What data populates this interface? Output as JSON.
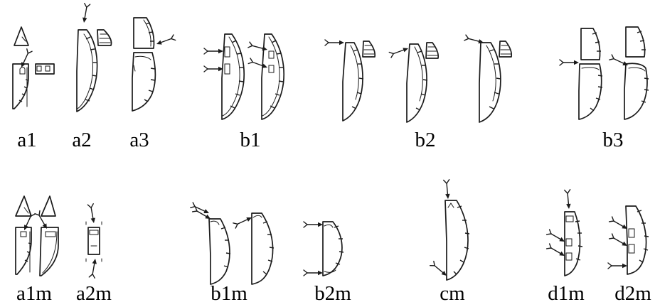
{
  "figure": {
    "rows": [
      {
        "panels": [
          {
            "id": "a1",
            "label": "a1"
          },
          {
            "id": "a2",
            "label": "a2"
          },
          {
            "id": "a3",
            "label": "a3"
          },
          {
            "id": "b1",
            "label": "b1"
          },
          {
            "id": "b2",
            "label": "b2"
          },
          {
            "id": "b3",
            "label": "b3"
          }
        ]
      },
      {
        "panels": [
          {
            "id": "a1m",
            "label": "a1m"
          },
          {
            "id": "a2m",
            "label": "a2m"
          },
          {
            "id": "b1m",
            "label": "b1m"
          },
          {
            "id": "b2m",
            "label": "b2m"
          },
          {
            "id": "cm",
            "label": "cm"
          },
          {
            "id": "d1m",
            "label": "d1m"
          },
          {
            "id": "d2m",
            "label": "d2m"
          }
        ]
      }
    ]
  }
}
